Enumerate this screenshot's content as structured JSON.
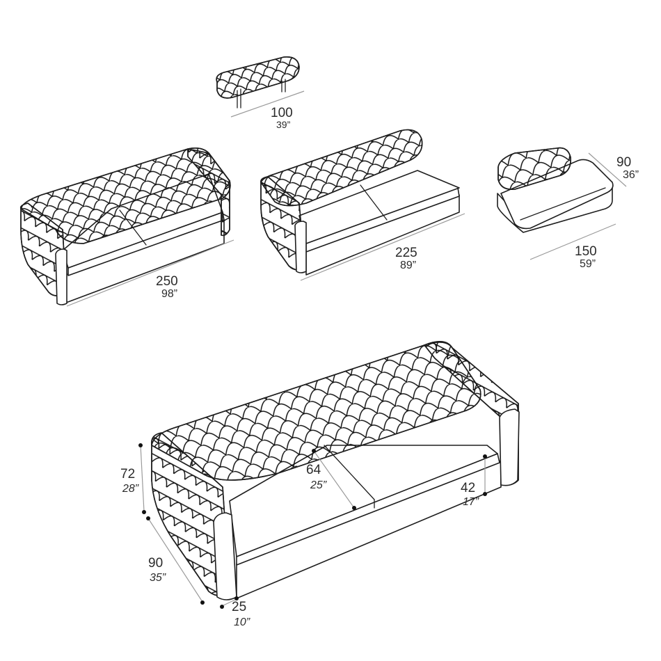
{
  "diagram": {
    "type": "furniture-dimension-drawing",
    "line_color": "#1e1e1e",
    "dimension_line_color": "#9a9a9a",
    "pieces": [
      {
        "id": "bench",
        "width": {
          "cm": "100",
          "in": "39”"
        }
      },
      {
        "id": "sofa-250",
        "width": {
          "cm": "250",
          "in": "98”"
        }
      },
      {
        "id": "sofa-225-one-arm",
        "width": {
          "cm": "225",
          "in": "89”"
        }
      },
      {
        "id": "chaise-150",
        "width": {
          "cm": "150",
          "in": "59”"
        },
        "depth": {
          "cm": "90",
          "in": "36”"
        }
      },
      {
        "id": "sofa-detail",
        "height": {
          "cm": "72",
          "in": "28”"
        },
        "depth": {
          "cm": "90",
          "in": "35”"
        },
        "seat_depth": {
          "cm": "64",
          "in": "25”"
        },
        "seat_height": {
          "cm": "42",
          "in": "17”"
        },
        "arm_width": {
          "cm": "25",
          "in": "10”"
        }
      }
    ]
  }
}
